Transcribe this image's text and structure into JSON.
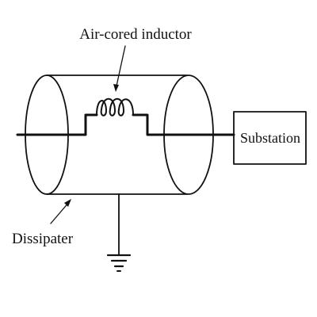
{
  "labels": {
    "inductor": "Air-cored inductor",
    "substation": "Substation",
    "dissipater": "Dissipater"
  },
  "colors": {
    "ink": "#111111",
    "background": "#ffffff"
  }
}
